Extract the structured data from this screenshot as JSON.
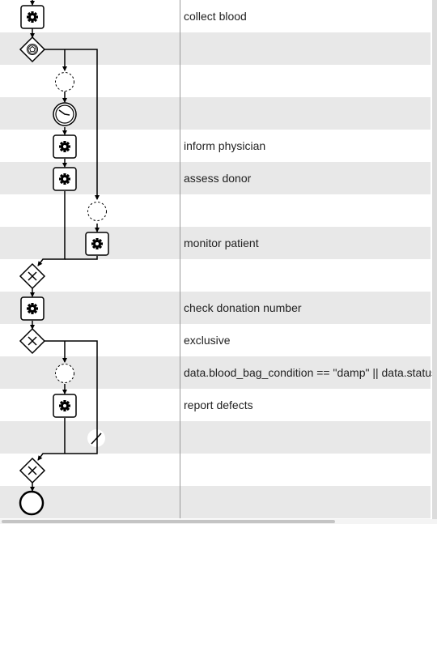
{
  "rows": [
    {
      "label": "collect blood",
      "shaded": false
    },
    {
      "label": "",
      "shaded": true
    },
    {
      "label": "",
      "shaded": false
    },
    {
      "label": "",
      "shaded": true
    },
    {
      "label": "inform physician",
      "shaded": false
    },
    {
      "label": "assess donor",
      "shaded": true
    },
    {
      "label": "",
      "shaded": false
    },
    {
      "label": "monitor patient",
      "shaded": true
    },
    {
      "label": "",
      "shaded": false
    },
    {
      "label": "check donation number",
      "shaded": true
    },
    {
      "label": "exclusive",
      "shaded": false
    },
    {
      "label": "data.blood_bag_condition == \"damp\" || data.status",
      "shaded": true
    },
    {
      "label": "report defects",
      "shaded": false
    },
    {
      "label": "",
      "shaded": true
    },
    {
      "label": "",
      "shaded": false
    },
    {
      "label": "",
      "shaded": true
    }
  ],
  "nodes": [
    {
      "kind": "service-task",
      "icon": "gear-icon"
    },
    {
      "kind": "event-based-gateway",
      "icon": "pentagon-icon"
    },
    {
      "kind": "conditional-event",
      "icon": "dashed-circle-icon"
    },
    {
      "kind": "timer-event",
      "icon": "clock-icon"
    },
    {
      "kind": "service-task",
      "icon": "gear-icon"
    },
    {
      "kind": "service-task",
      "icon": "gear-icon"
    },
    {
      "kind": "conditional-event",
      "icon": "dashed-circle-icon"
    },
    {
      "kind": "service-task",
      "icon": "gear-icon"
    },
    {
      "kind": "exclusive-gateway",
      "icon": "x-icon"
    },
    {
      "kind": "service-task",
      "icon": "gear-icon"
    },
    {
      "kind": "exclusive-gateway",
      "icon": "x-icon"
    },
    {
      "kind": "conditional-event",
      "icon": "dashed-circle-icon"
    },
    {
      "kind": "service-task",
      "icon": "gear-icon"
    },
    {
      "kind": "default-flow-marker",
      "icon": "slash-icon"
    },
    {
      "kind": "exclusive-gateway",
      "icon": "x-icon"
    },
    {
      "kind": "end-event",
      "icon": "circle-icon"
    }
  ]
}
